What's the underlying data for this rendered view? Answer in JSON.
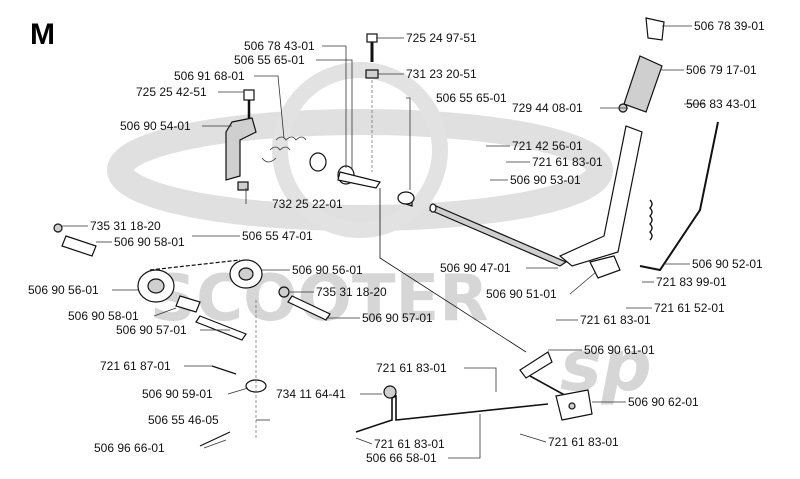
{
  "section": "M",
  "watermark": {
    "brand": "SCOOTER",
    "tail": "sp"
  },
  "parts": [
    {
      "id": "p01",
      "number": "725 24 97-51"
    },
    {
      "id": "p02",
      "number": "731 23 20-51"
    },
    {
      "id": "p03",
      "number": "506 78 43-01"
    },
    {
      "id": "p04",
      "number": "506 55 65-01"
    },
    {
      "id": "p05",
      "number": "506 91 68-01"
    },
    {
      "id": "p06",
      "number": "725 25 42-51"
    },
    {
      "id": "p07",
      "number": "506 90 54-01"
    },
    {
      "id": "p08",
      "number": "506 55 65-01"
    },
    {
      "id": "p09",
      "number": "732 25 22-01"
    },
    {
      "id": "p10",
      "number": "506 78 39-01"
    },
    {
      "id": "p11",
      "number": "506 79 17-01"
    },
    {
      "id": "p12",
      "number": "729 44 08-01"
    },
    {
      "id": "p13",
      "number": "506 83 43-01"
    },
    {
      "id": "p14",
      "number": "721 42 56-01"
    },
    {
      "id": "p15",
      "number": "721 61 83-01"
    },
    {
      "id": "p16",
      "number": "506 90 53-01"
    },
    {
      "id": "p17",
      "number": "735 31 18-20"
    },
    {
      "id": "p18",
      "number": "506 90 58-01"
    },
    {
      "id": "p19",
      "number": "506 55 47-01"
    },
    {
      "id": "p20",
      "number": "506 90 56-01"
    },
    {
      "id": "p21",
      "number": "506 90 56-01"
    },
    {
      "id": "p22",
      "number": "735 31 18-20"
    },
    {
      "id": "p23",
      "number": "506 90 58-01"
    },
    {
      "id": "p24",
      "number": "506 90 57-01"
    },
    {
      "id": "p25",
      "number": "506 90 57-01"
    },
    {
      "id": "p26",
      "number": "506 90 47-01"
    },
    {
      "id": "p27",
      "number": "506 90 52-01"
    },
    {
      "id": "p28",
      "number": "506 90 51-01"
    },
    {
      "id": "p29",
      "number": "721 83 99-01"
    },
    {
      "id": "p30",
      "number": "721 61 52-01"
    },
    {
      "id": "p31",
      "number": "721 61 83-01"
    },
    {
      "id": "p32",
      "number": "506 90 61-01"
    },
    {
      "id": "p33",
      "number": "721 61 87-01"
    },
    {
      "id": "p34",
      "number": "506 90 59-01"
    },
    {
      "id": "p35",
      "number": "721 61 83-01"
    },
    {
      "id": "p36",
      "number": "734 11 64-41"
    },
    {
      "id": "p37",
      "number": "506 55 46-05"
    },
    {
      "id": "p38",
      "number": "506 90 62-01"
    },
    {
      "id": "p39",
      "number": "506 96 66-01"
    },
    {
      "id": "p40",
      "number": "721 61 83-01"
    },
    {
      "id": "p41",
      "number": "721 61 83-01"
    },
    {
      "id": "p42",
      "number": "506 66 58-01"
    }
  ]
}
